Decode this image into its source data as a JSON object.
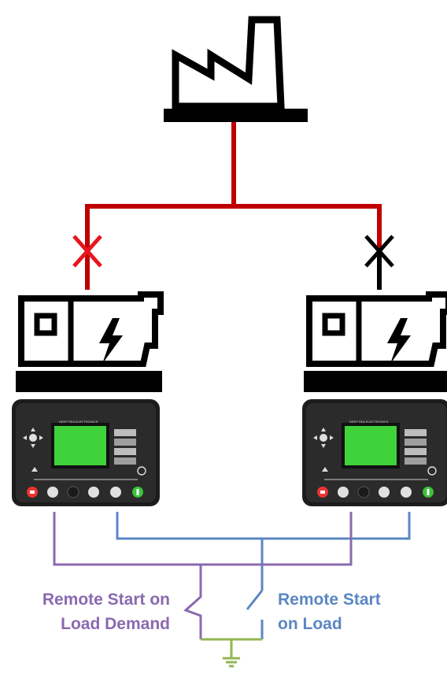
{
  "labels": {
    "left_line1": "Remote Start on",
    "left_line2": "Load Demand",
    "right_line1": "Remote Start",
    "right_line2": "on Load"
  },
  "colors": {
    "supply_line": "#c00000",
    "left_breaker": "#e8141e",
    "right_breaker": "#000000",
    "load_demand_wire": "#8a69b0",
    "on_load_wire": "#5b86c4",
    "ground": "#93b652",
    "label_purple": "#8a69b0",
    "label_blue": "#5b86c4"
  },
  "controller": {
    "brand": "DEEP SEA ELECTRONICS",
    "lcd_lines": [
      "",
      "",
      "",
      ""
    ]
  },
  "icons": {
    "factory": "factory-icon",
    "generator": "generator-icon",
    "controller": "controller-module",
    "ground": "ground-icon"
  }
}
